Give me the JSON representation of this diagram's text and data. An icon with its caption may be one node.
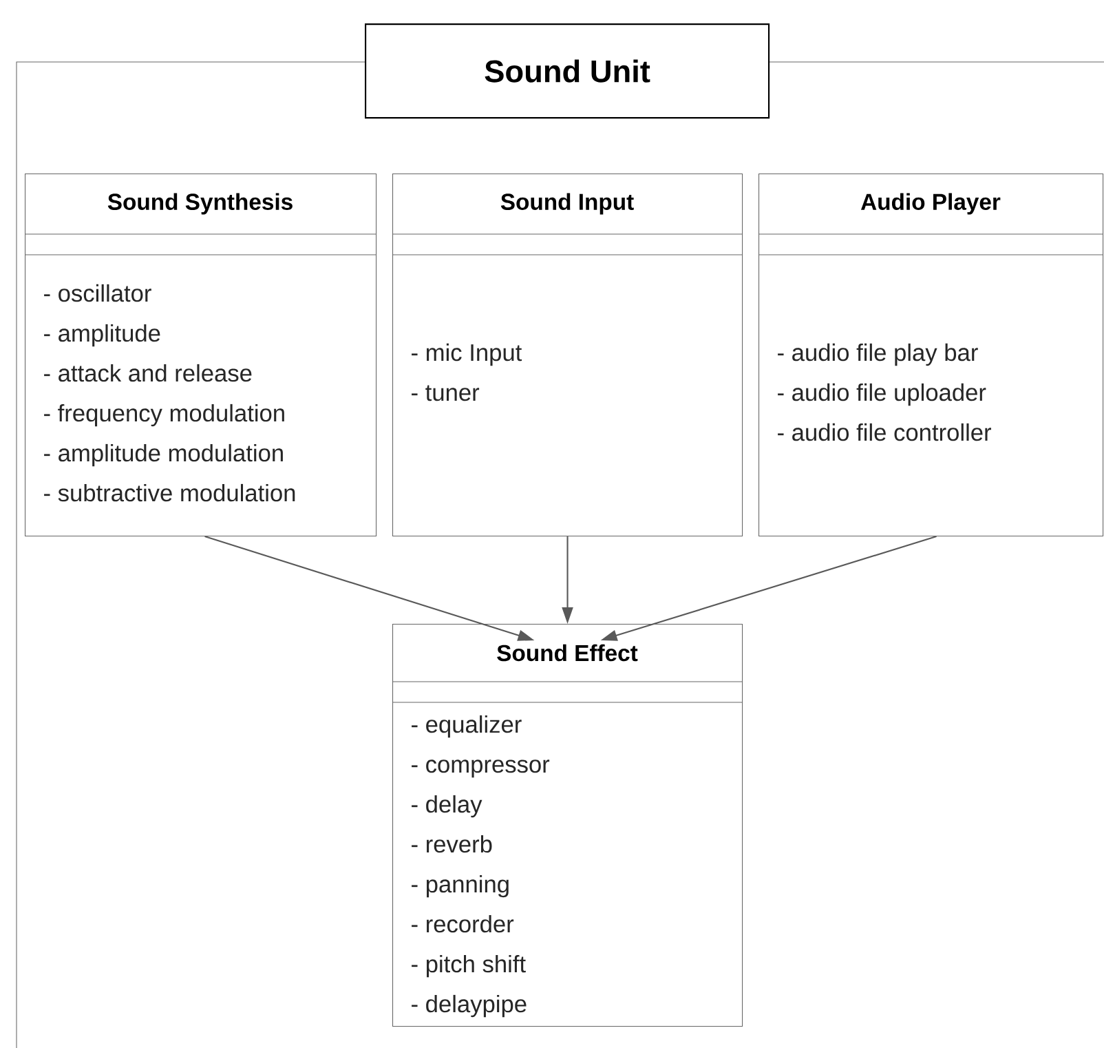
{
  "diagram": {
    "nodes": [
      {
        "text": [
          "Sound Unit"
        ]
      },
      {
        "text": [
          "Sound Synthesis",
          "- oscillator",
          "- amplitude",
          "- attack and release",
          "- frequency modulation",
          "- amplitude modulation",
          "- subtractive modulation"
        ],
        "in": 0
      },
      {
        "text": [
          "Sound Input",
          "- mic Input",
          "- tuner"
        ],
        "in": 0
      },
      {
        "text": [
          "Audio Player",
          "- audio file play bar",
          "- audio file uploader",
          "- audio file controller"
        ],
        "in": 0
      },
      {
        "text": [
          "Sound Effect",
          "- equalizer",
          "- compressor",
          "- delay",
          "- reverb",
          "- panning",
          "- recorder",
          "- pitch shift",
          "- delaypipe"
        ],
        "in": 0
      }
    ],
    "edges": [
      {
        "from": 1,
        "to": 4,
        "arrow": "to"
      },
      {
        "from": 2,
        "to": 4,
        "arrow": "to"
      },
      {
        "from": 3,
        "to": 4,
        "arrow": "to"
      }
    ]
  }
}
